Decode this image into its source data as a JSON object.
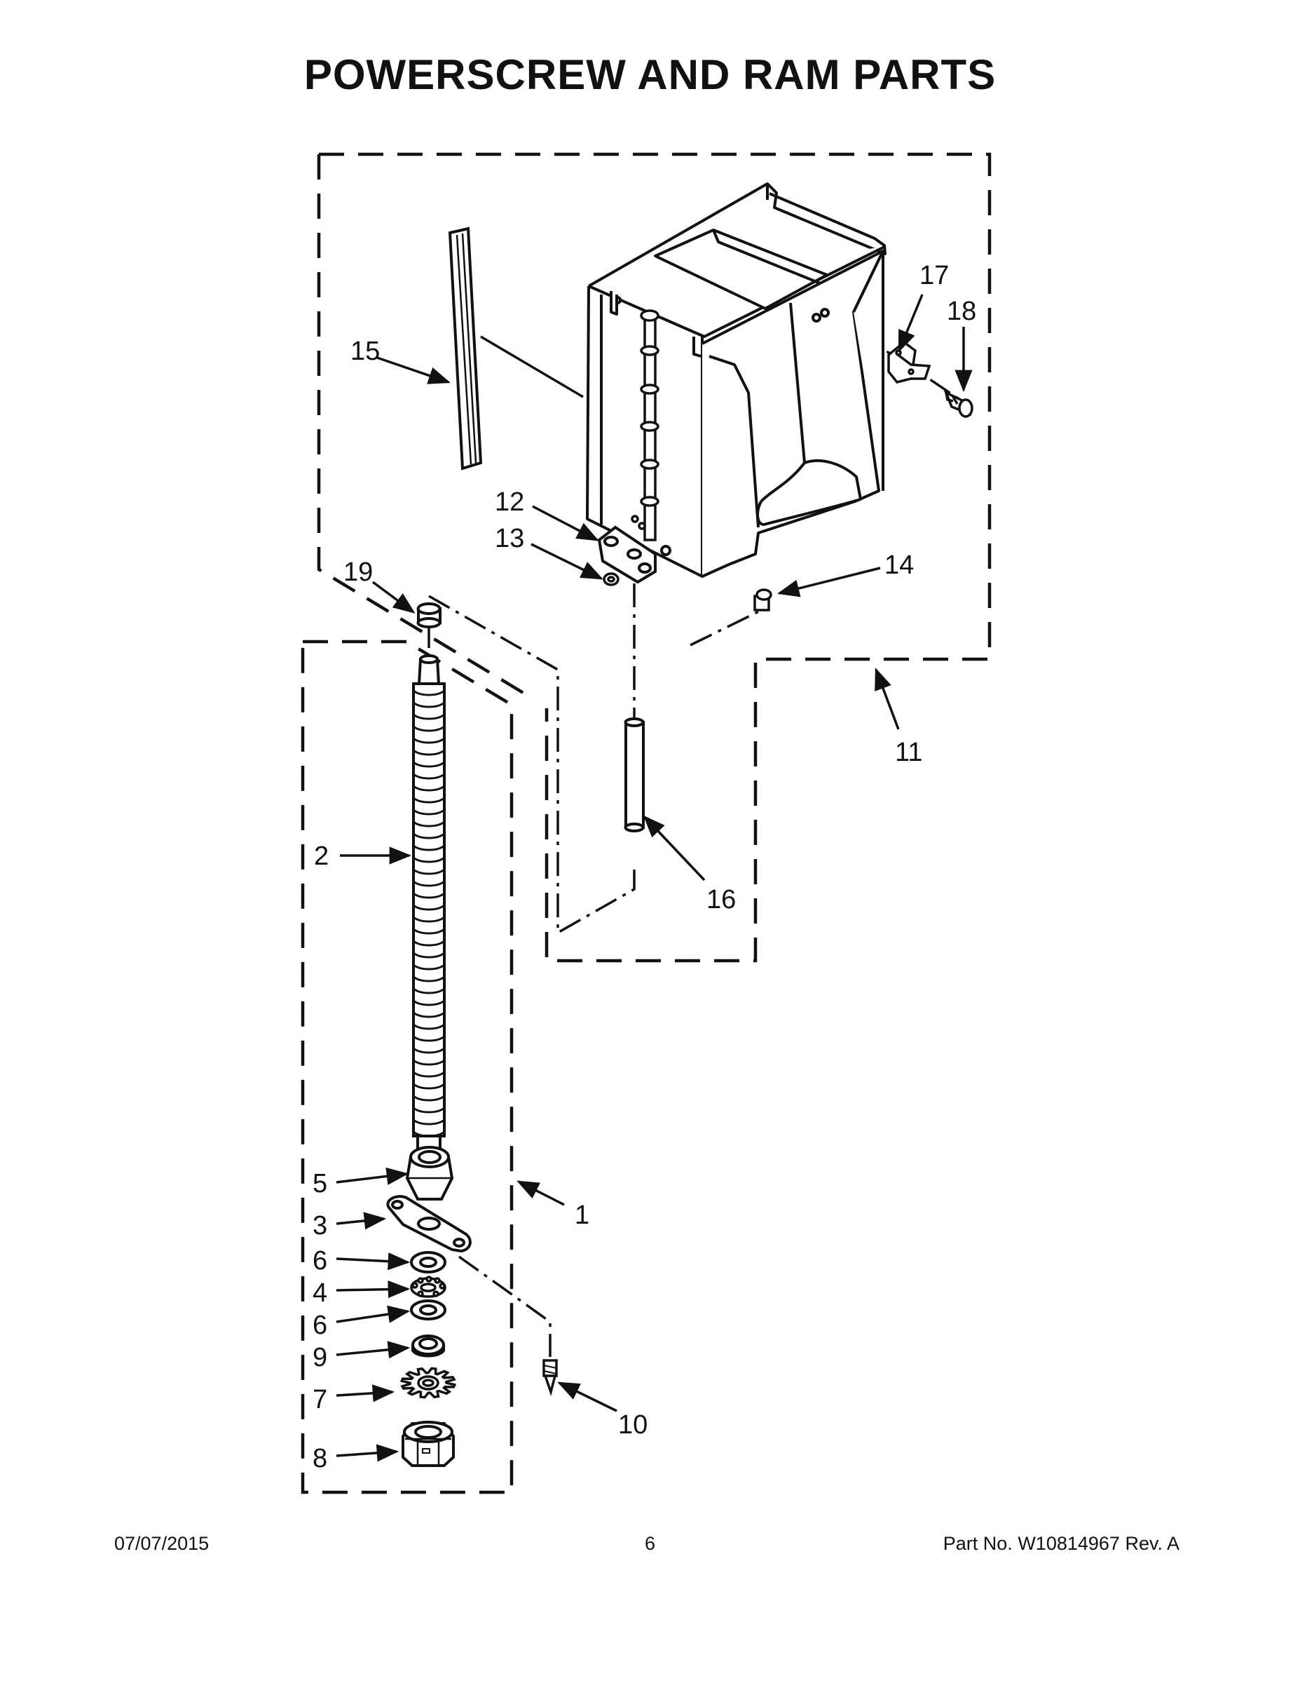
{
  "title": "POWERSCREW AND RAM PARTS",
  "callouts": [
    {
      "id": "1",
      "text": "1"
    },
    {
      "id": "2",
      "text": "2"
    },
    {
      "id": "3",
      "text": "3"
    },
    {
      "id": "4",
      "text": "4"
    },
    {
      "id": "5",
      "text": "5"
    },
    {
      "id": "6a",
      "text": "6"
    },
    {
      "id": "6b",
      "text": "6"
    },
    {
      "id": "7",
      "text": "7"
    },
    {
      "id": "8",
      "text": "8"
    },
    {
      "id": "9",
      "text": "9"
    },
    {
      "id": "10",
      "text": "10"
    },
    {
      "id": "11",
      "text": "11"
    },
    {
      "id": "12",
      "text": "12"
    },
    {
      "id": "13",
      "text": "13"
    },
    {
      "id": "14",
      "text": "14"
    },
    {
      "id": "15",
      "text": "15"
    },
    {
      "id": "16",
      "text": "16"
    },
    {
      "id": "17",
      "text": "17"
    },
    {
      "id": "18",
      "text": "18"
    },
    {
      "id": "19",
      "text": "19"
    }
  ],
  "footer": {
    "date": "07/07/2015",
    "page": "6",
    "part_label": "Part No.",
    "part_number": "W10814967",
    "revision": "Rev.  A"
  }
}
